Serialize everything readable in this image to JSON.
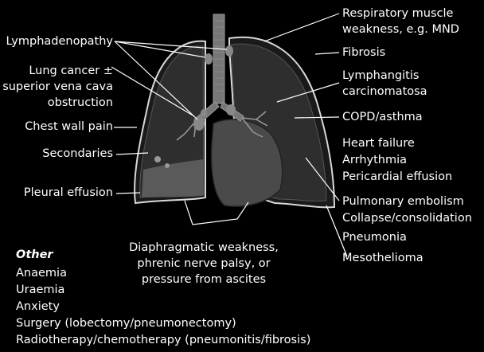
{
  "labels": {
    "lymphadenopathy": "Lymphadenopathy",
    "lung_cancer_1": "Lung cancer ±",
    "lung_cancer_2": "superior vena cava",
    "lung_cancer_3": "obstruction",
    "chest_wall_pain": "Chest wall pain",
    "secondaries": "Secondaries",
    "pleural_effusion": "Pleural effusion",
    "resp_muscle_1": "Respiratory muscle",
    "resp_muscle_2": "weakness, e.g. MND",
    "fibrosis": "Fibrosis",
    "lymphangitis_1": "Lymphangitis",
    "lymphangitis_2": "carcinomatosa",
    "copd": "COPD/asthma",
    "heart_failure": "Heart failure",
    "arrhythmia": "Arrhythmia",
    "pericardial": "Pericardial effusion",
    "pe": "Pulmonary embolism",
    "collapse": "Collapse/consolidation",
    "pneumonia": "Pneumonia",
    "mesothelioma": "Mesothelioma",
    "diaphragm_1": "Diaphragmatic weakness,",
    "diaphragm_2": "phrenic nerve palsy, or",
    "diaphragm_3": "pressure from ascites"
  },
  "other": {
    "heading": "Other",
    "items": [
      "Anaemia",
      "Uraemia",
      "Anxiety",
      "Surgery (lobectomy/pneumonectomy)",
      "Radiotherapy/chemotherapy (pneumonitis/fibrosis)"
    ]
  }
}
